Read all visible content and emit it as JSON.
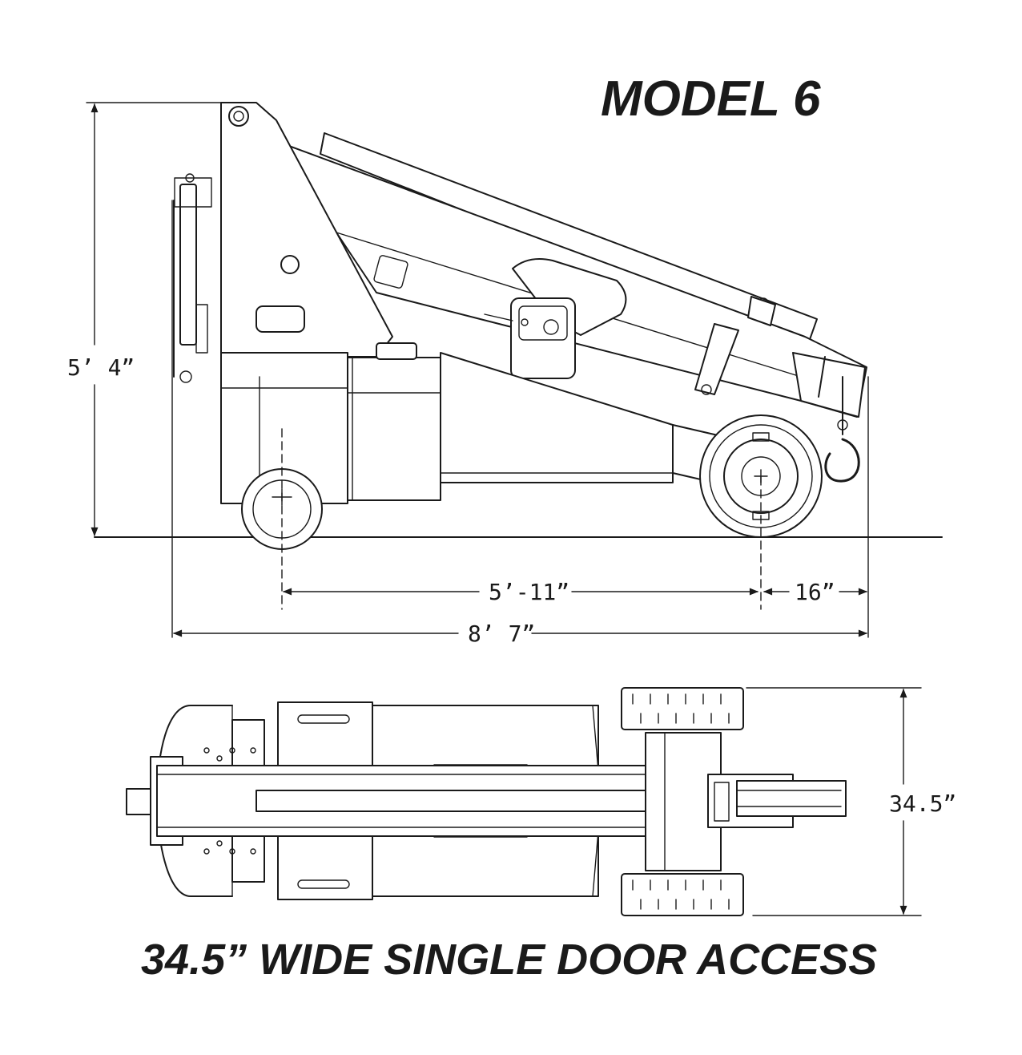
{
  "title": "MODEL 6",
  "caption": "34.5” WIDE SINGLE DOOR ACCESS",
  "side_view": {
    "dimensions": {
      "height": "5’ 4”",
      "wheelbase": "5’-11”",
      "rear_overhang": "16”",
      "overall_length": "8’ 7”"
    }
  },
  "top_view": {
    "dimensions": {
      "width": "34.5”"
    }
  }
}
